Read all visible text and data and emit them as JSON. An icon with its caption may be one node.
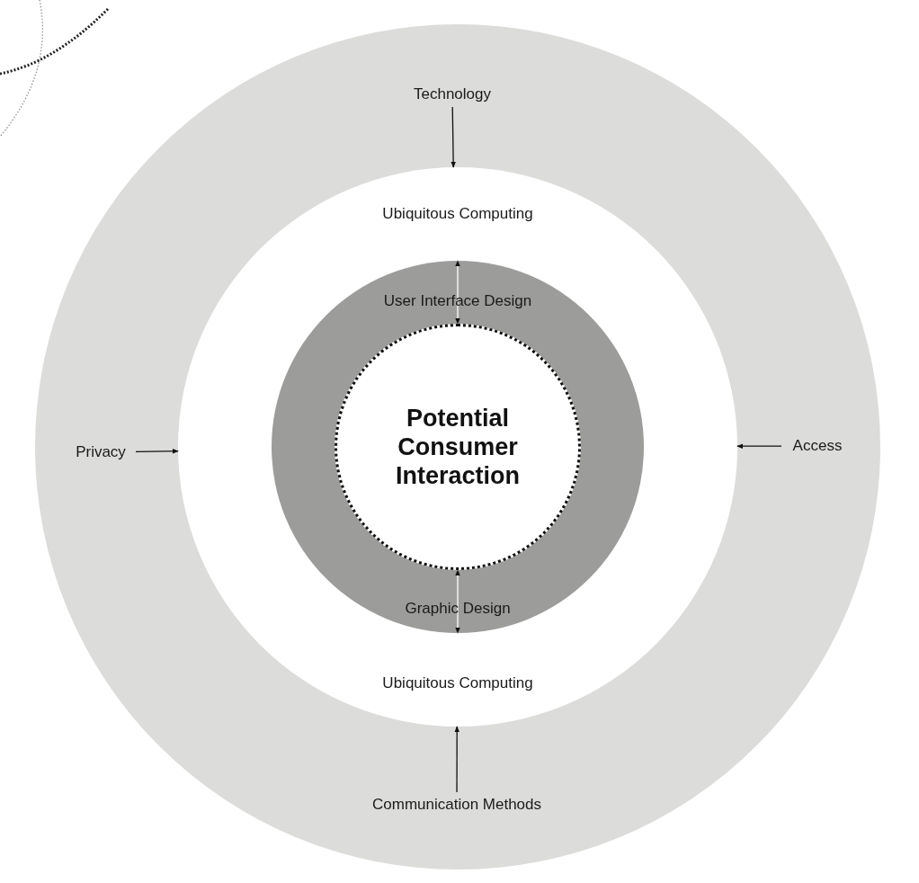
{
  "diagram": {
    "nodes": [
      {
        "text": [],
        "shape": "circle"
      },
      {
        "text": [
          "Technology"
        ],
        "in": 0
      },
      {
        "text": [
          "Privacy"
        ],
        "in": 0
      },
      {
        "text": [
          "Access"
        ],
        "in": 0
      },
      {
        "text": [
          "Communication Methods"
        ],
        "in": 0
      },
      {
        "text": [
          "Ubiquitous Computing",
          "Ubiquitous Computing"
        ],
        "in": 0
      },
      {
        "text": [
          "User Interface Design",
          "Graphic Design"
        ],
        "in": 5
      },
      {
        "text": [
          "Potential Consumer Interaction"
        ],
        "in": 6
      }
    ],
    "edges": [
      {
        "from": 1,
        "to": 5,
        "arrow": "to"
      },
      {
        "from": 2,
        "to": 5,
        "arrow": "to"
      },
      {
        "from": 3,
        "to": 5,
        "arrow": "to"
      },
      {
        "from": 4,
        "to": 5,
        "arrow": "to"
      },
      {
        "from": 6,
        "to": 7,
        "arrow": "both",
        "color": "#ffffff"
      },
      {
        "from": 6,
        "to": 7,
        "arrow": "both",
        "color": "#ffffff"
      }
    ]
  }
}
